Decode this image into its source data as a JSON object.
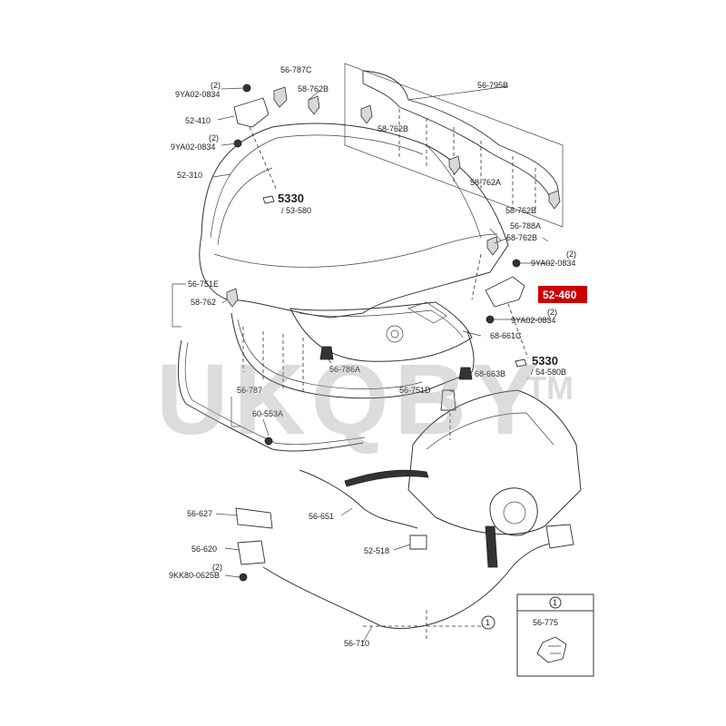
{
  "labels": {
    "l_56_787C": "56-787C",
    "l_58_762B_top": "58-762B",
    "l_qty_1": "(2)",
    "l_9YA_1": "9YA02-0834",
    "l_52_410": "52-410",
    "l_qty_2": "(2)",
    "l_9YA_2": "9YA02-0834",
    "l_52_310": "52-310",
    "l_5330_a": "5330",
    "l_53_580": "/ 53-580",
    "l_56_795B": "56-795B",
    "l_58_762B_r1": "58-762B",
    "l_58_762A": "58-762A",
    "l_58_762B_r2": "58-762B",
    "l_56_788A": "56-788A",
    "l_58_762B_r3": "58-762B",
    "l_qty_3": "(2)",
    "l_9YA_3": "9YA02-0834",
    "l_52_460": "52-460",
    "l_qty_4": "(2)",
    "l_9YA_4": "9YA02-0834",
    "l_68_661C": "68-661C",
    "l_5330_b": "5330",
    "l_54_580B": "/ 54-580B",
    "l_68_663B": "68-663B",
    "l_56_751D": "56-751D",
    "l_56_751E": "56-751E",
    "l_58_762": "58-762",
    "l_56_786A": "56-786A",
    "l_56_787": "56-787",
    "l_60_553A": "60-553A",
    "l_56_651": "56-651",
    "l_56_627": "56-627",
    "l_56_620": "56-620",
    "l_qty_5": "(2)",
    "l_9KK": "9KK80-0625B",
    "l_52_518": "52-518",
    "l_56_710": "56-710",
    "l_ref_1a": "1",
    "l_ref_1b": "1",
    "l_56_775": "56-775"
  },
  "highlight": {
    "part": "52-460",
    "color": "#cc0000"
  },
  "watermark": {
    "text": "UKQBY",
    "tm": "TM"
  }
}
